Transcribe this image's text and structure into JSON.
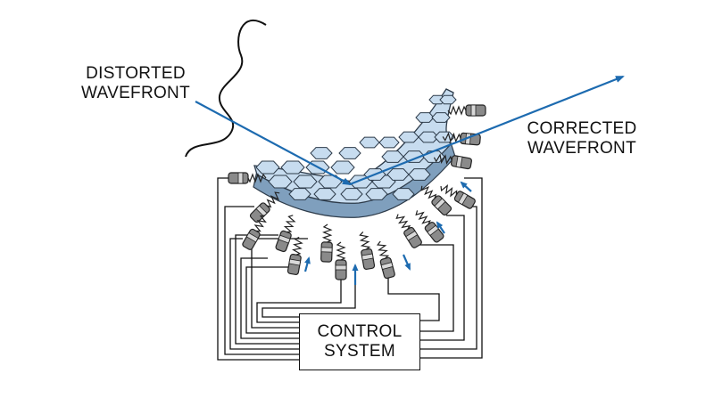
{
  "labels": {
    "distorted_line1": "DISTORTED",
    "distorted_line2": "WAVEFRONT",
    "corrected_line1": "CORRECTED",
    "corrected_line2": "WAVEFRONT",
    "control_line1": "CONTROL",
    "control_line2": "SYSTEM"
  },
  "colors": {
    "beam": "#1d6bb0",
    "mirror_face": "#c7dcef",
    "mirror_edge": "#2d3b4a",
    "mirror_side": "#7f9fbd",
    "actuator": "#8a8a8a",
    "wire": "#111111"
  },
  "icons": {
    "distorted_wave": "wavy-line",
    "actuator": "piston-with-spring",
    "motion": "arrow"
  }
}
